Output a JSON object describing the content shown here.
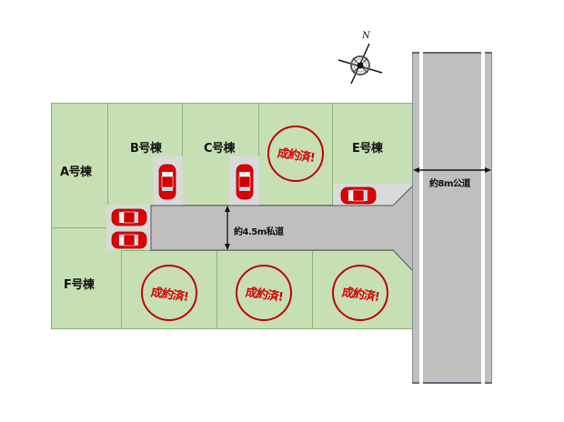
{
  "compass": {
    "north_label": "N"
  },
  "lots": [
    {
      "id": "A",
      "label": "A号棟",
      "status": "available"
    },
    {
      "id": "B",
      "label": "B号棟",
      "status": "available"
    },
    {
      "id": "C",
      "label": "C号棟",
      "status": "available"
    },
    {
      "id": "D",
      "label": "",
      "status": "sold",
      "stamp": "成約済!"
    },
    {
      "id": "E",
      "label": "E号棟",
      "status": "available"
    },
    {
      "id": "F",
      "label": "F号棟",
      "status": "available"
    },
    {
      "id": "G",
      "label": "",
      "status": "sold",
      "stamp": "成約済!"
    },
    {
      "id": "H",
      "label": "",
      "status": "sold",
      "stamp": "成約済!"
    },
    {
      "id": "I",
      "label": "",
      "status": "sold",
      "stamp": "成約済!"
    }
  ],
  "roads": {
    "private_road": "約4.5m私道",
    "public_road": "約8m公道"
  },
  "colors": {
    "lot_green": "#c6e0b4",
    "lot_border": "#8fb07a",
    "road_gray": "#bfbfbf",
    "parking_gray": "#d9d9d9",
    "stamp_red": "#c00000",
    "car_red": "#e00000"
  }
}
